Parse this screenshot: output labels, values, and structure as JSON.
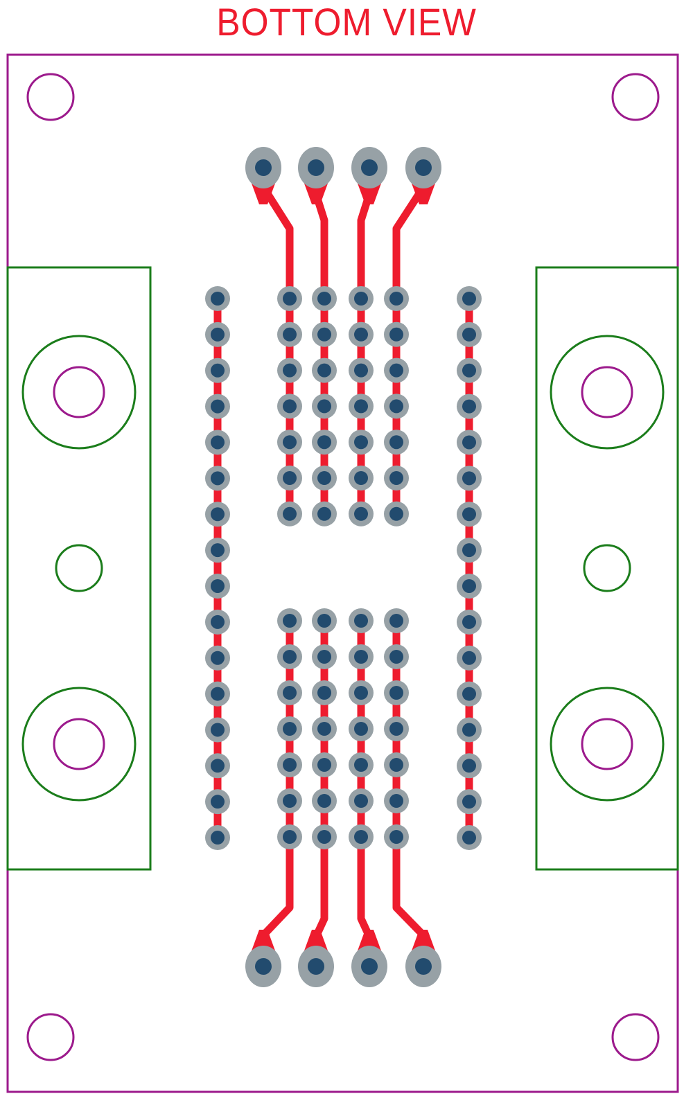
{
  "title": "BOTTOM VIEW",
  "colors": {
    "board_outline": "#9C1A8C",
    "bracket_outline": "#1B7D1B",
    "trace": "#EE1C2E",
    "pad": "#97A1A6",
    "drill": "#224B6E",
    "title": "#EE1C2E"
  },
  "components": {
    "mounting_holes": 4,
    "din_rail_brackets": 2,
    "header_rows_upper": 7,
    "header_rows_lower": 7,
    "side_column_pins": 16,
    "terminal_pads_top": 4,
    "terminal_pads_bottom": 4
  }
}
